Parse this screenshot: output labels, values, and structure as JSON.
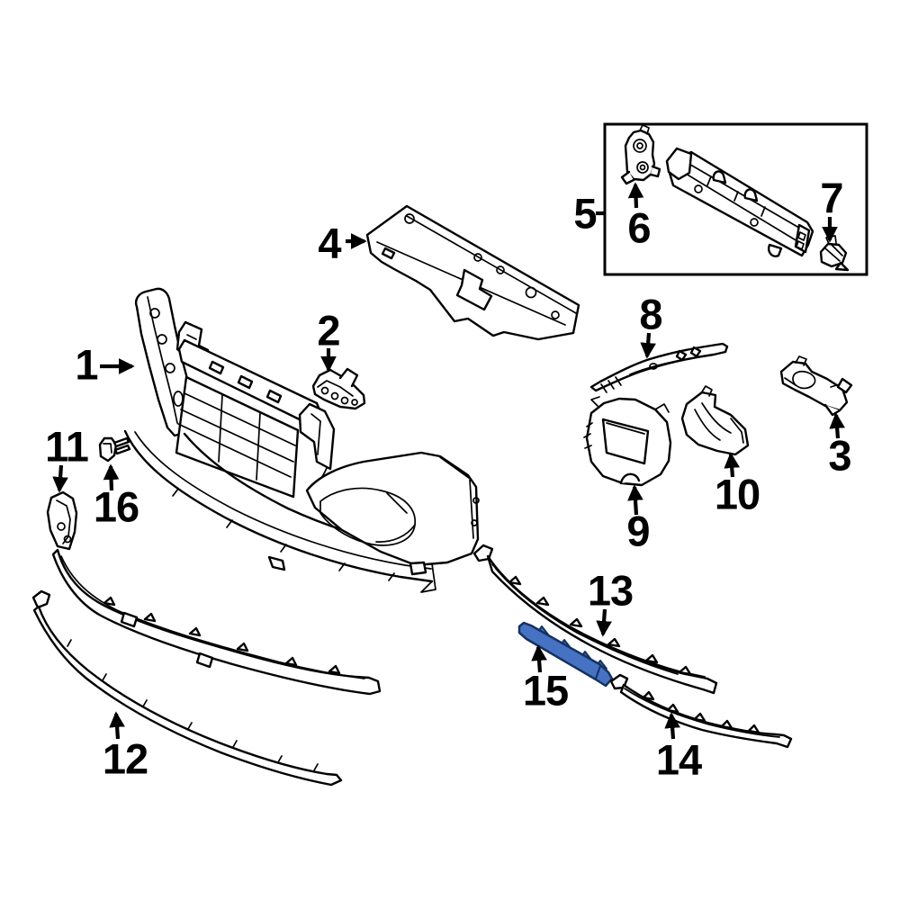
{
  "diagram": {
    "description": "Exploded parts diagram of a vehicle front bumper assembly with numbered callouts",
    "background_color": "#ffffff",
    "line_color": "#000000",
    "highlight": {
      "part_number": "15",
      "fill": "#4672c4",
      "stroke": "#16325f"
    },
    "callouts": [
      {
        "id": "1",
        "label": "1"
      },
      {
        "id": "2",
        "label": "2"
      },
      {
        "id": "3",
        "label": "3"
      },
      {
        "id": "4",
        "label": "4"
      },
      {
        "id": "5",
        "label": "5"
      },
      {
        "id": "6",
        "label": "6"
      },
      {
        "id": "7",
        "label": "7"
      },
      {
        "id": "8",
        "label": "8"
      },
      {
        "id": "9",
        "label": "9"
      },
      {
        "id": "10",
        "label": "10"
      },
      {
        "id": "11",
        "label": "11"
      },
      {
        "id": "12",
        "label": "12"
      },
      {
        "id": "13",
        "label": "13"
      },
      {
        "id": "14",
        "label": "14"
      },
      {
        "id": "15",
        "label": "15"
      },
      {
        "id": "16",
        "label": "16"
      }
    ]
  }
}
